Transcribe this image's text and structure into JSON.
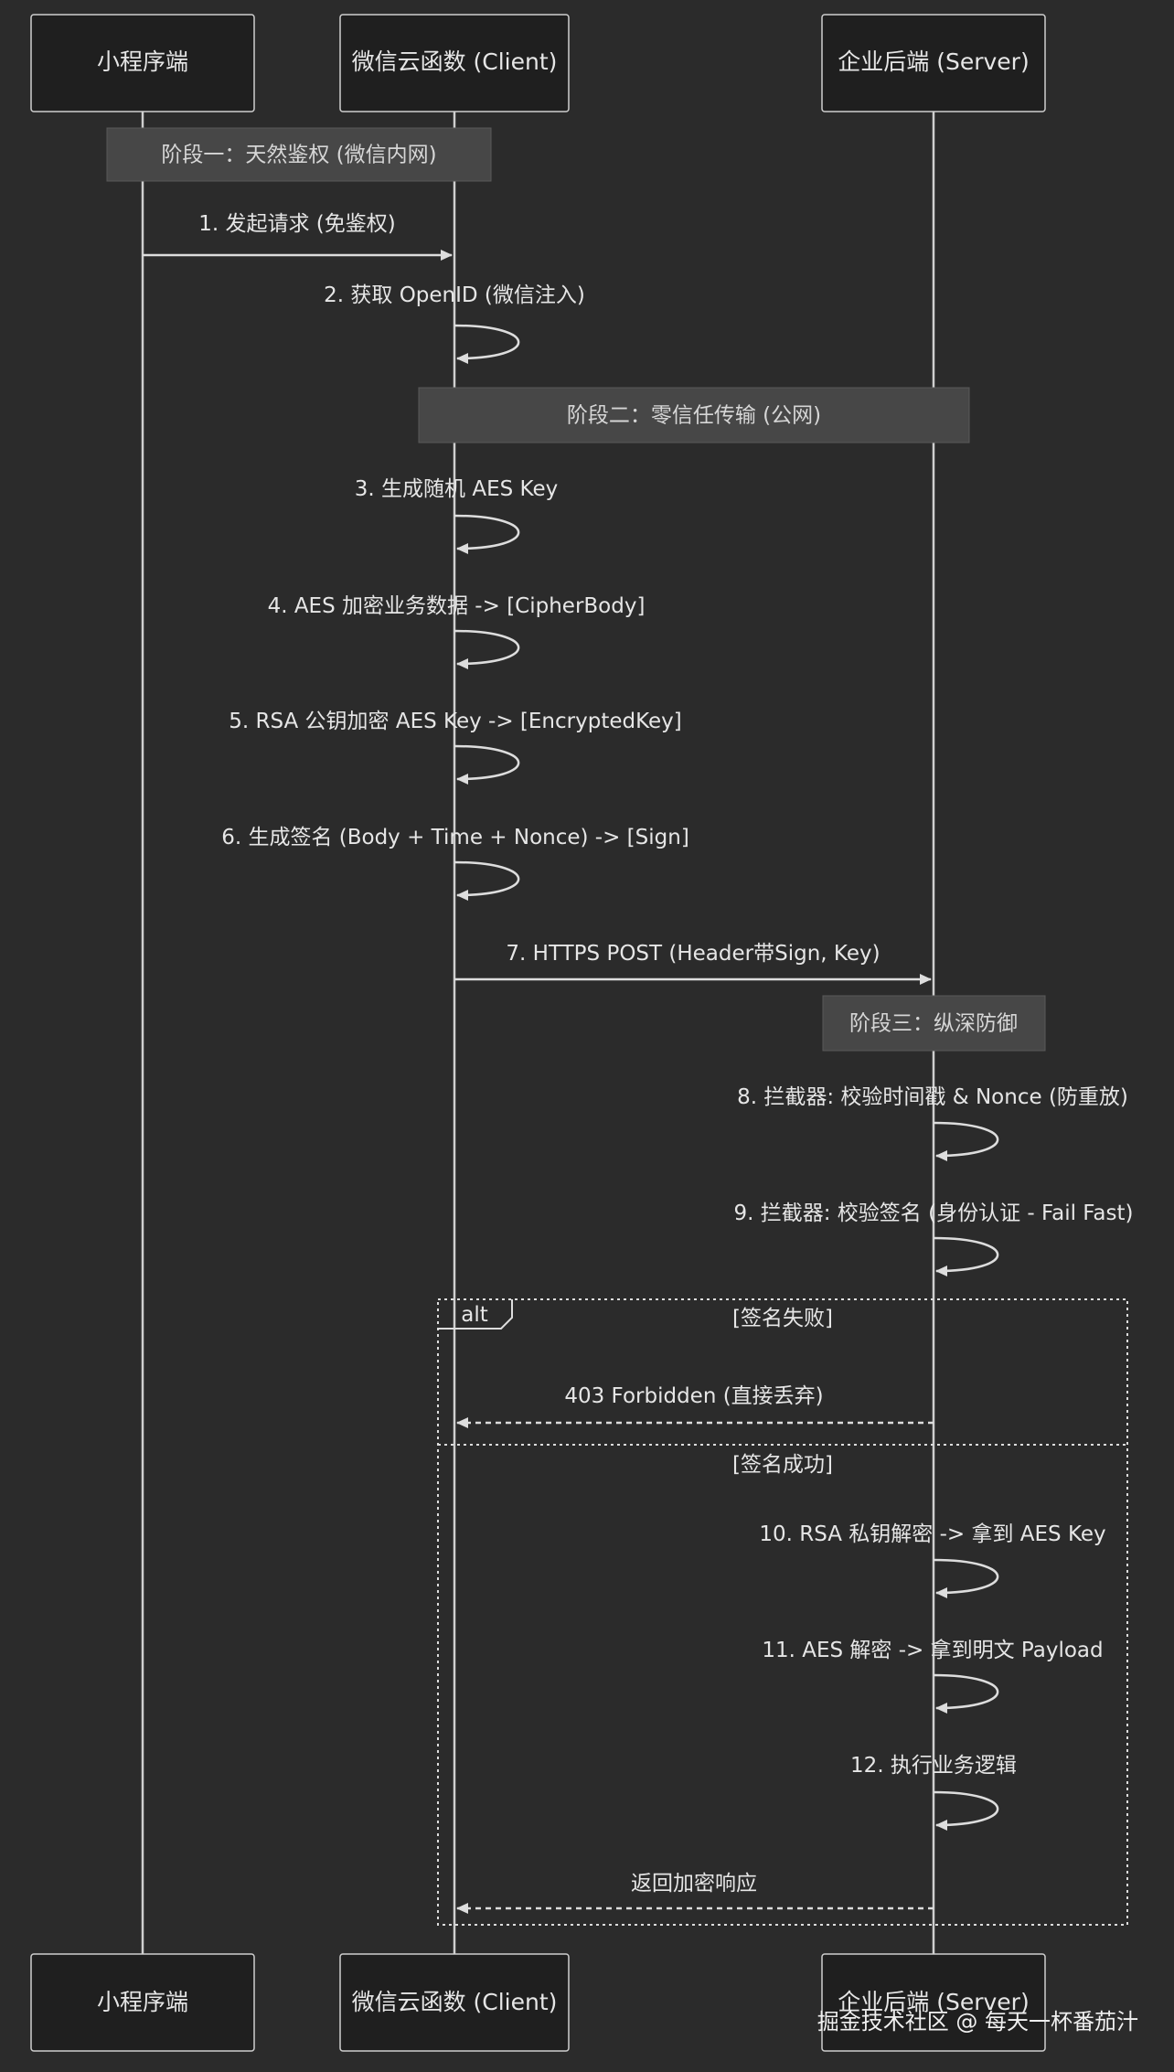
{
  "participants": [
    {
      "id": "miniapp",
      "label": "小程序端"
    },
    {
      "id": "client",
      "label": "微信云函数 (Client)"
    },
    {
      "id": "server",
      "label": "企业后端 (Server)"
    }
  ],
  "notes": [
    {
      "text": "阶段一：天然鉴权 (微信内网)"
    },
    {
      "text": "阶段二：零信任传输 (公网)"
    },
    {
      "text": "阶段三：纵深防御"
    }
  ],
  "messages": [
    {
      "text": "1. 发起请求 (免鉴权)"
    },
    {
      "text": "2. 获取 OpenID (微信注入)"
    },
    {
      "text": "3. 生成随机 AES Key"
    },
    {
      "text": "4. AES 加密业务数据 -> [CipherBody]"
    },
    {
      "text": "5. RSA 公钥加密 AES Key -> [EncryptedKey]"
    },
    {
      "text": "6. 生成签名 (Body + Time + Nonce) -> [Sign]"
    },
    {
      "text": "7. HTTPS POST (Header带Sign, Key)"
    },
    {
      "text": "8. 拦截器: 校验时间戳 & Nonce (防重放)"
    },
    {
      "text": "9. 拦截器: 校验签名 (身份认证 - Fail Fast)"
    },
    {
      "text": "403 Forbidden (直接丢弃)"
    },
    {
      "text": "10. RSA 私钥解密 -> 拿到 AES Key"
    },
    {
      "text": "11. AES 解密 -> 拿到明文 Payload"
    },
    {
      "text": "12. 执行业务逻辑"
    },
    {
      "text": "返回加密响应"
    }
  ],
  "alt": {
    "tag": "alt",
    "conditions": [
      "[签名失败]",
      "[签名成功]"
    ]
  },
  "watermark": "掘金技术社区 @ 每天一杯番茄汁",
  "colors": {
    "background": "#2b2b2b",
    "actor_fill": "#1f1f1f",
    "line": "#dddddd",
    "note_fill": "#474747",
    "text": "#e6e6e6"
  }
}
